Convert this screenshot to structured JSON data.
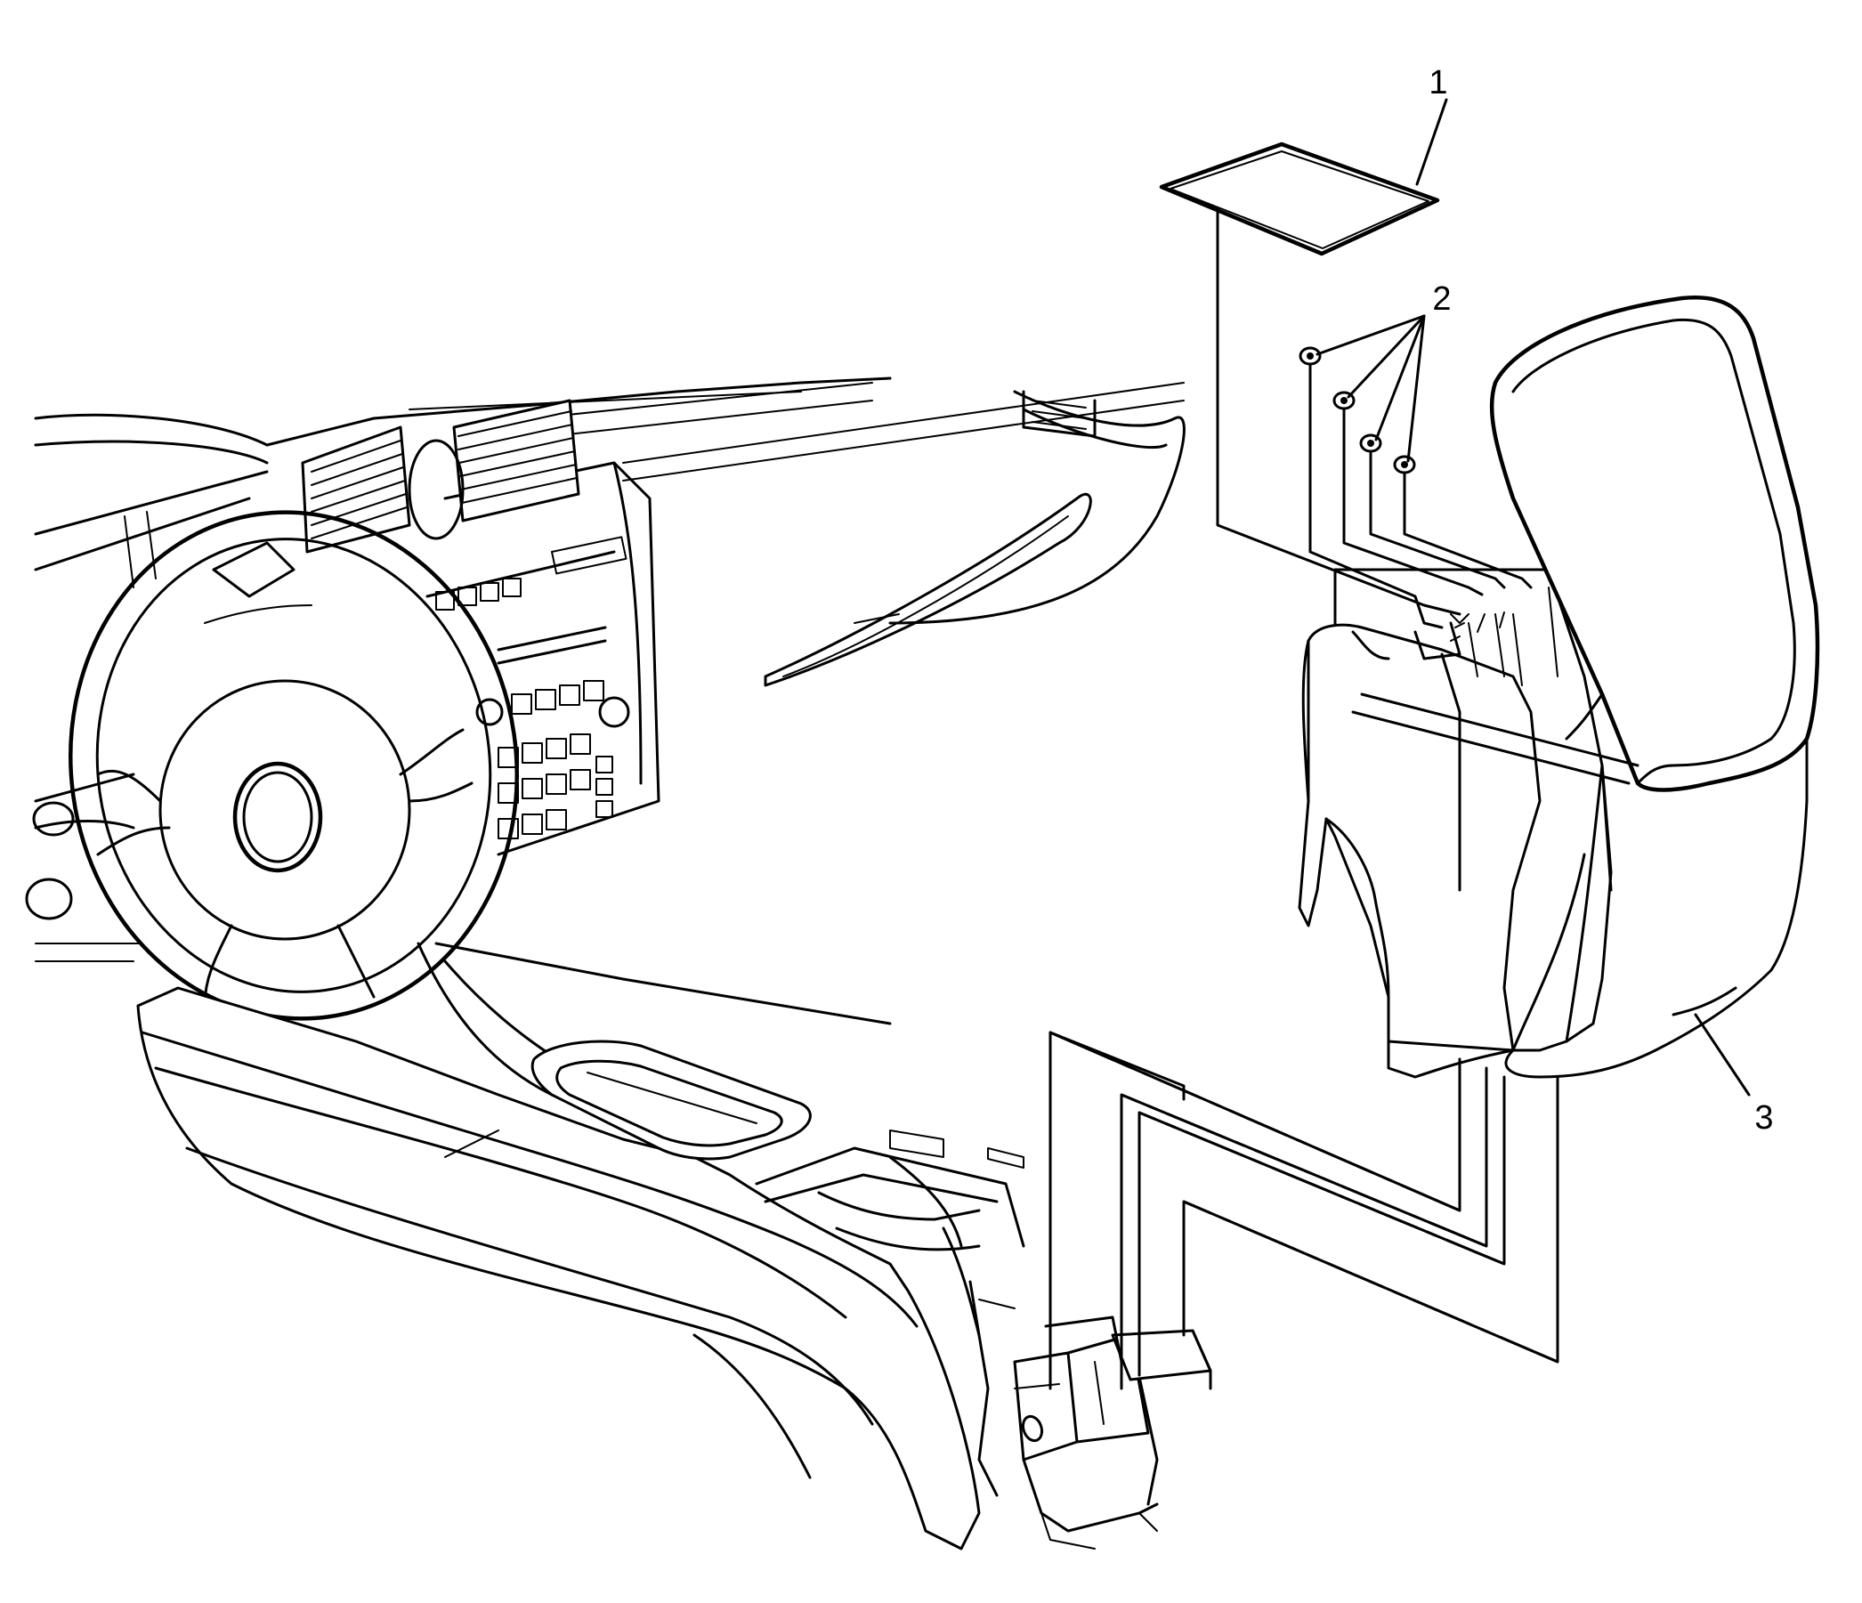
{
  "callouts": [
    {
      "id": "callout-1",
      "label": "1"
    },
    {
      "id": "callout-2",
      "label": "2"
    },
    {
      "id": "callout-3",
      "label": "3"
    }
  ],
  "colors": {
    "ink": "#000000",
    "background": "#ffffff"
  },
  "icons": [
    "screw-icon"
  ]
}
